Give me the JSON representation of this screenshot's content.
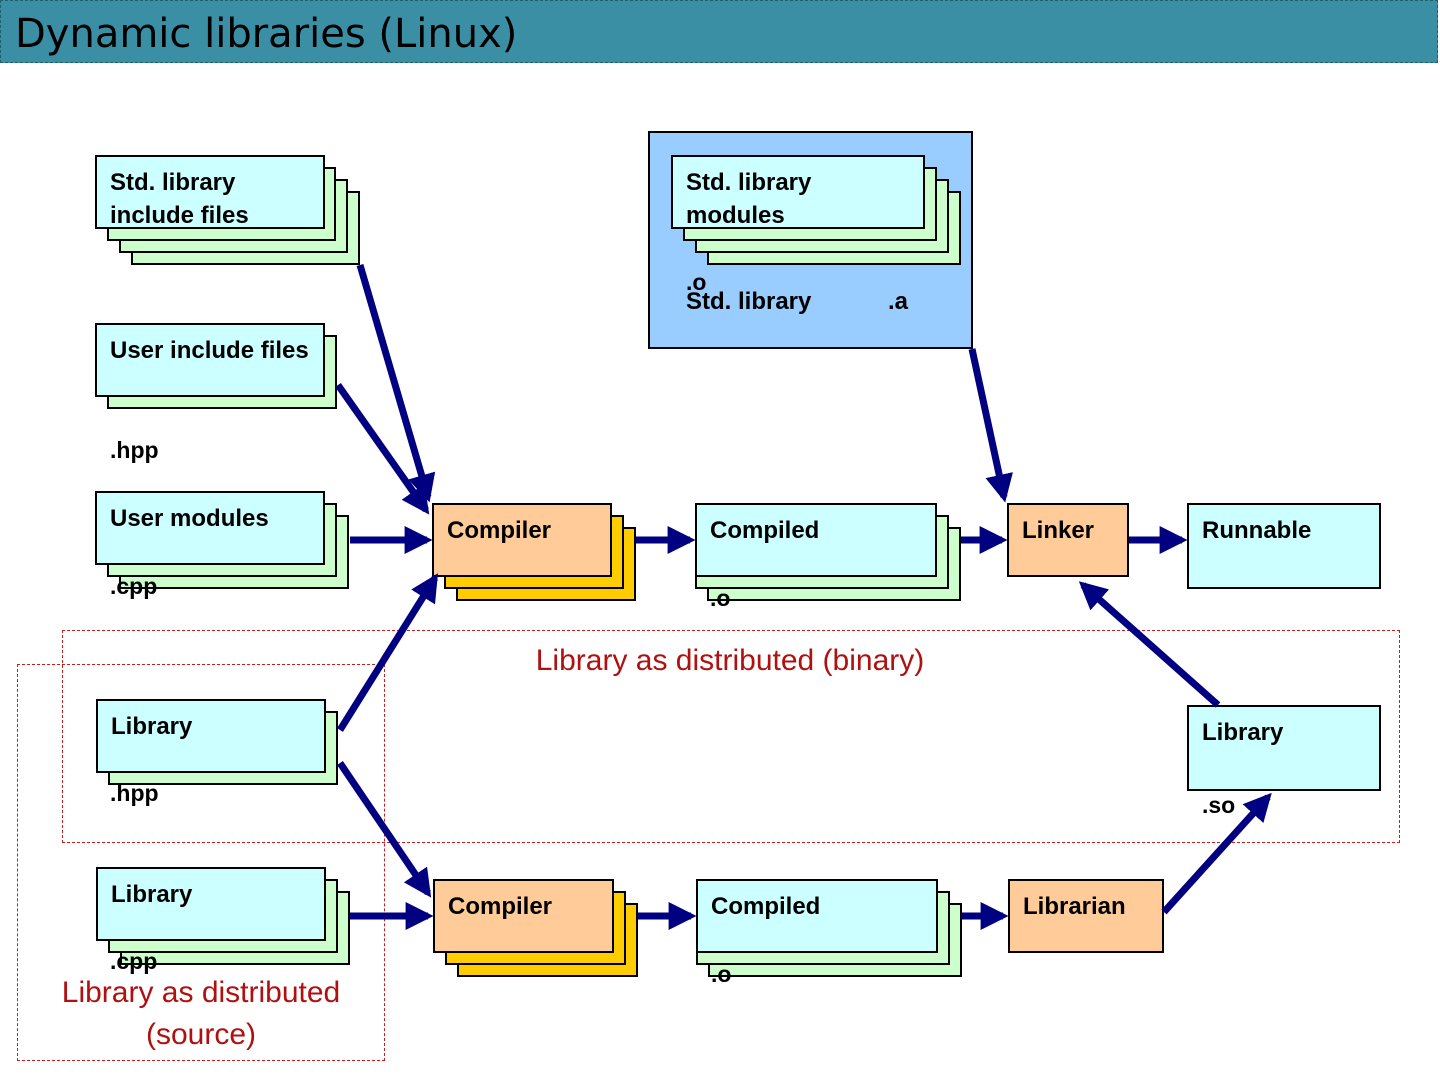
{
  "title": "Dynamic libraries (Linux)",
  "nodes": {
    "std_include": "Std. library include files",
    "user_include": "User include files",
    "user_include_ext": ".hpp",
    "user_modules": "User modules",
    "user_modules_ext": ".cpp",
    "std_modules": "Std. library modules",
    "std_modules_ext": ".o",
    "std_library": "Std. library",
    "std_library_ext": ".a",
    "compiler_top": "Compiler",
    "compiled_top": "Compiled",
    "compiled_top_ext": ".o",
    "linker": "Linker",
    "runnable": "Runnable",
    "library_hpp": "Library",
    "library_hpp_ext": ".hpp",
    "library_cpp": "Library",
    "library_cpp_ext": ".cpp",
    "compiler_bottom": "Compiler",
    "compiled_bottom": "Compiled",
    "compiled_bottom_ext": ".o",
    "librarian": "Librarian",
    "library_so": "Library",
    "library_so_ext": ".so"
  },
  "regions": {
    "binary": "Library as distributed (binary)",
    "source": "Library as distributed (source)"
  },
  "colors": {
    "title_bar": "#3a8fa5",
    "file_box": "#ccffff",
    "stack_box": "#ccffcc",
    "tool_box": "#ffcc99",
    "tool_stack": "#ffcc00",
    "archive_box": "#99ccff",
    "arrow": "#000080",
    "region": "#c02020"
  }
}
